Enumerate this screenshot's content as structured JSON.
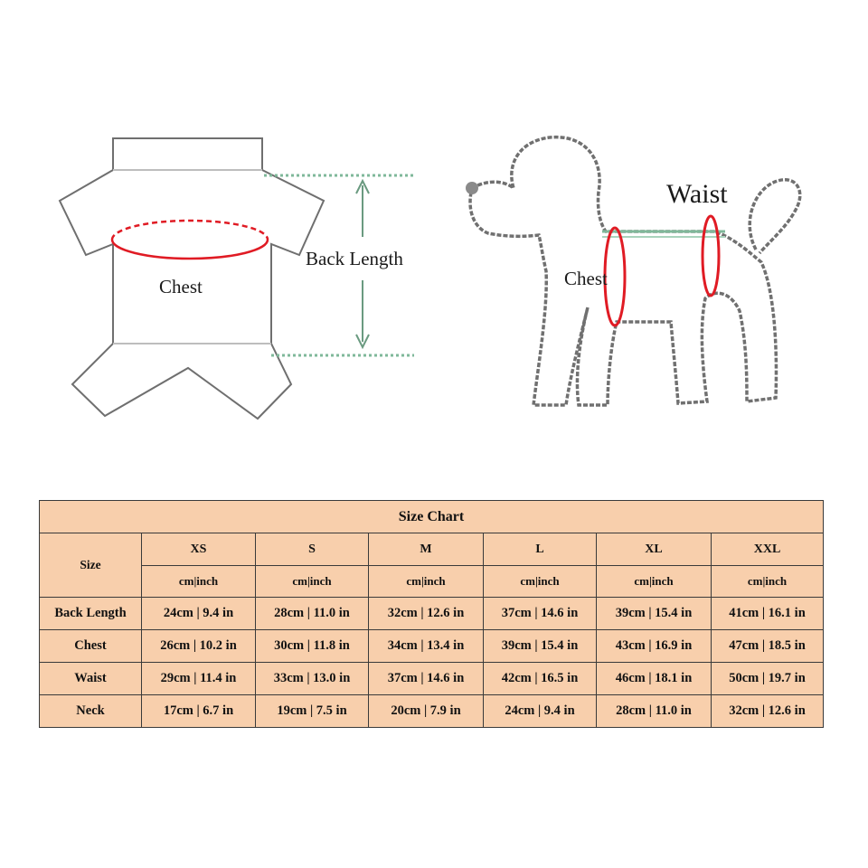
{
  "diagram": {
    "shirt": {
      "chest_label": "Chest",
      "back_length_label": "Back Length"
    },
    "dog": {
      "chest_label": "Chest",
      "waist_label": "Waist"
    },
    "colors": {
      "outline": "#6f6f6f",
      "measure_red": "#e01b24",
      "guide_green": "#7fb89a"
    }
  },
  "size_chart": {
    "title": "Size Chart",
    "size_header": "Size",
    "sizes": [
      "XS",
      "S",
      "M",
      "L",
      "XL",
      "XXL"
    ],
    "unit_label": "cm|inch",
    "rows": [
      {
        "label": "Back Length",
        "values": [
          "24cm | 9.4 in",
          "28cm | 11.0 in",
          "32cm | 12.6 in",
          "37cm | 14.6 in",
          "39cm | 15.4 in",
          "41cm | 16.1 in"
        ]
      },
      {
        "label": "Chest",
        "values": [
          "26cm | 10.2 in",
          "30cm | 11.8 in",
          "34cm | 13.4 in",
          "39cm | 15.4 in",
          "43cm | 16.9 in",
          "47cm | 18.5 in"
        ]
      },
      {
        "label": "Waist",
        "values": [
          "29cm | 11.4 in",
          "33cm | 13.0 in",
          "37cm | 14.6 in",
          "42cm | 16.5 in",
          "46cm | 18.1 in",
          "50cm | 19.7 in"
        ]
      },
      {
        "label": "Neck",
        "values": [
          "17cm | 6.7 in",
          "19cm | 7.5 in",
          "20cm | 7.9 in",
          "24cm | 9.4 in",
          "28cm | 11.0 in",
          "32cm | 12.6 in"
        ]
      }
    ],
    "background_color": "#f8cfac"
  }
}
